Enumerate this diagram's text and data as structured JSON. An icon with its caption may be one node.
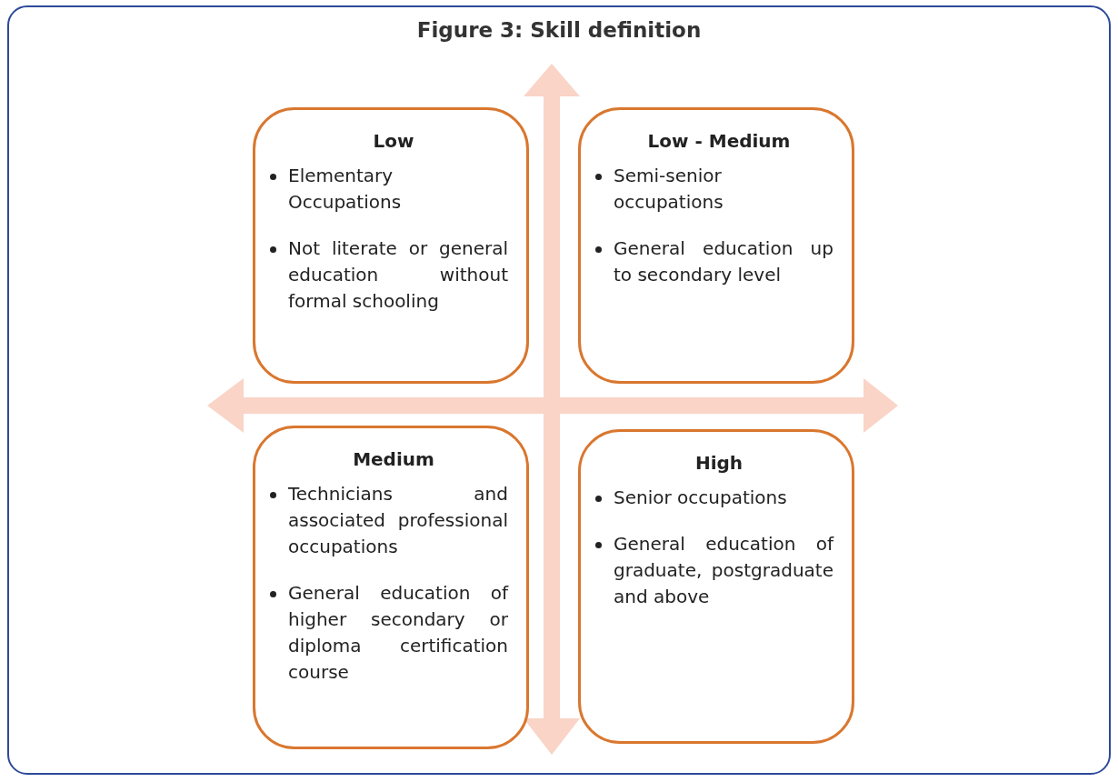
{
  "diagram": {
    "title": "Figure 3: Skill definition",
    "nodes": [
      {
        "text": [
          "Low",
          "Elementary Occupations",
          "Not literate or general education without formal schooling"
        ]
      },
      {
        "text": [
          "Low - Medium",
          "Semi-senior occupations",
          "General education up to secondary level"
        ]
      },
      {
        "text": [
          "Medium",
          "Technicians and associated professional occupations",
          "General education of higher secondary or diploma certification course"
        ]
      },
      {
        "text": [
          "High",
          "Senior occupations",
          "General education of graduate, postgraduate and above"
        ]
      }
    ]
  }
}
